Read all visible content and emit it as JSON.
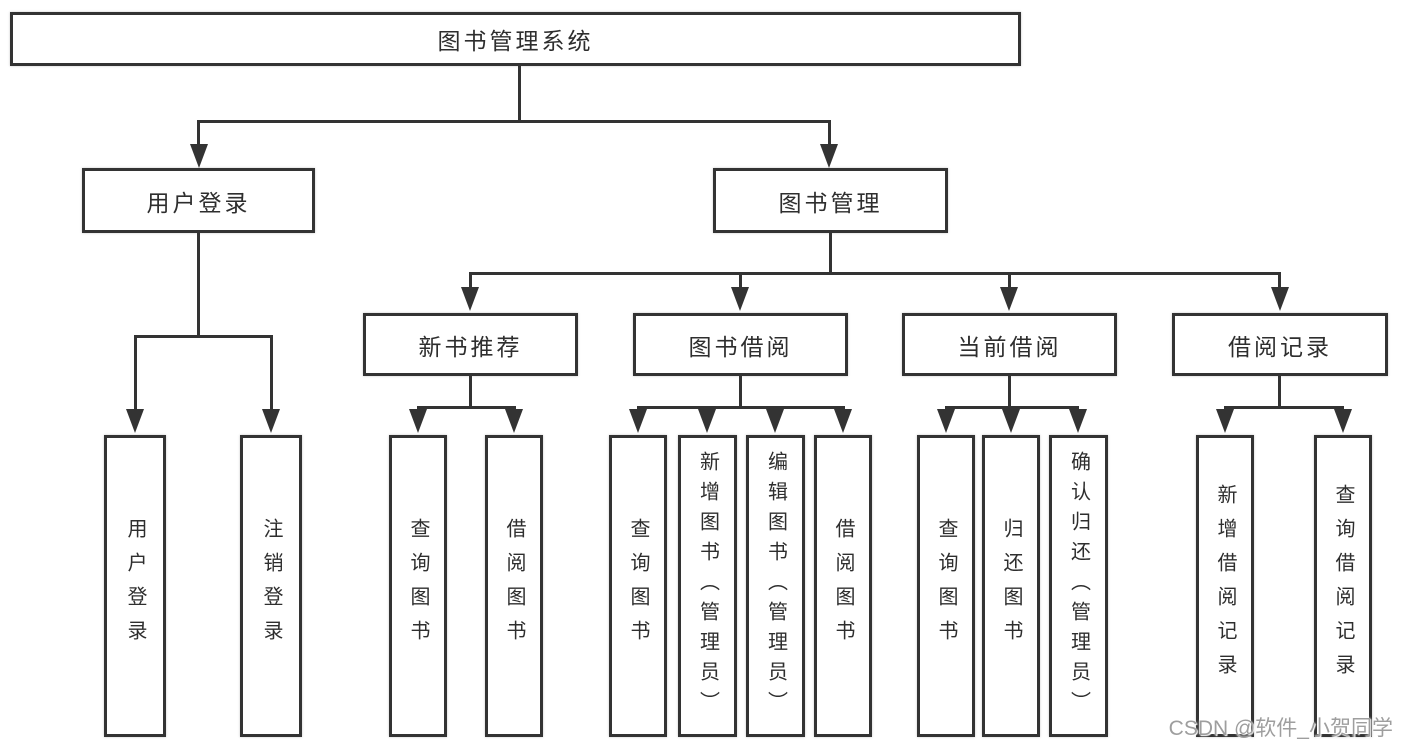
{
  "diagram": {
    "root": {
      "label": "图书管理系统"
    },
    "branches": [
      {
        "label": "用户登录",
        "children": [
          {
            "label": "用户登录"
          },
          {
            "label": "注销登录"
          }
        ]
      },
      {
        "label": "图书管理",
        "children": [
          {
            "label": "新书推荐",
            "children": [
              {
                "label": "查询图书"
              },
              {
                "label": "借阅图书"
              }
            ]
          },
          {
            "label": "图书借阅",
            "children": [
              {
                "label": "查询图书"
              },
              {
                "label": "新增图书（管理员）"
              },
              {
                "label": "编辑图书（管理员）"
              },
              {
                "label": "借阅图书"
              }
            ]
          },
          {
            "label": "当前借阅",
            "children": [
              {
                "label": "查询图书"
              },
              {
                "label": "归还图书"
              },
              {
                "label": "确认归还（管理员）"
              }
            ]
          },
          {
            "label": "借阅记录",
            "children": [
              {
                "label": "新增借阅记录"
              },
              {
                "label": "查询借阅记录"
              }
            ]
          }
        ]
      }
    ]
  },
  "watermark": {
    "text": "CSDN @软件_小贺同学"
  },
  "colors": {
    "line": "#333333",
    "box_border": "#333333",
    "text": "#2e2e2e",
    "watermark": "#9e9e9e",
    "background": "#ffffff"
  }
}
